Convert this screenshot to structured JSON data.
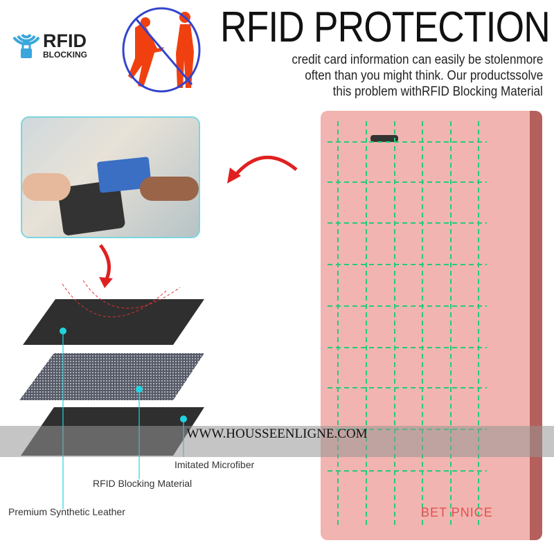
{
  "logo": {
    "title": "RFID",
    "subtitle": "BLOCKING",
    "icon": "wifi-lock-icon",
    "color": "#3aa6dc"
  },
  "header": {
    "title": "RFID PROTECTION",
    "lines": [
      "credit card information can easily be stolenmore",
      "often than you might think. Our productssolve",
      "this problem withRFID Blocking Material"
    ]
  },
  "layers": {
    "labels": [
      "Imitated Microfiber",
      "RFID Blocking Material",
      "Premium Synthetic Leather"
    ],
    "accent": "#22d3e0"
  },
  "watermark": "WWW.HOUSSEENLIGNE.COM",
  "case": {
    "brand": "BET PNICE",
    "color": "#f2b4b0",
    "grid_color": "#22cc77"
  },
  "colors": {
    "arrow": "#e02020",
    "no_sign": "#3344cc",
    "figure": "#f04010"
  }
}
